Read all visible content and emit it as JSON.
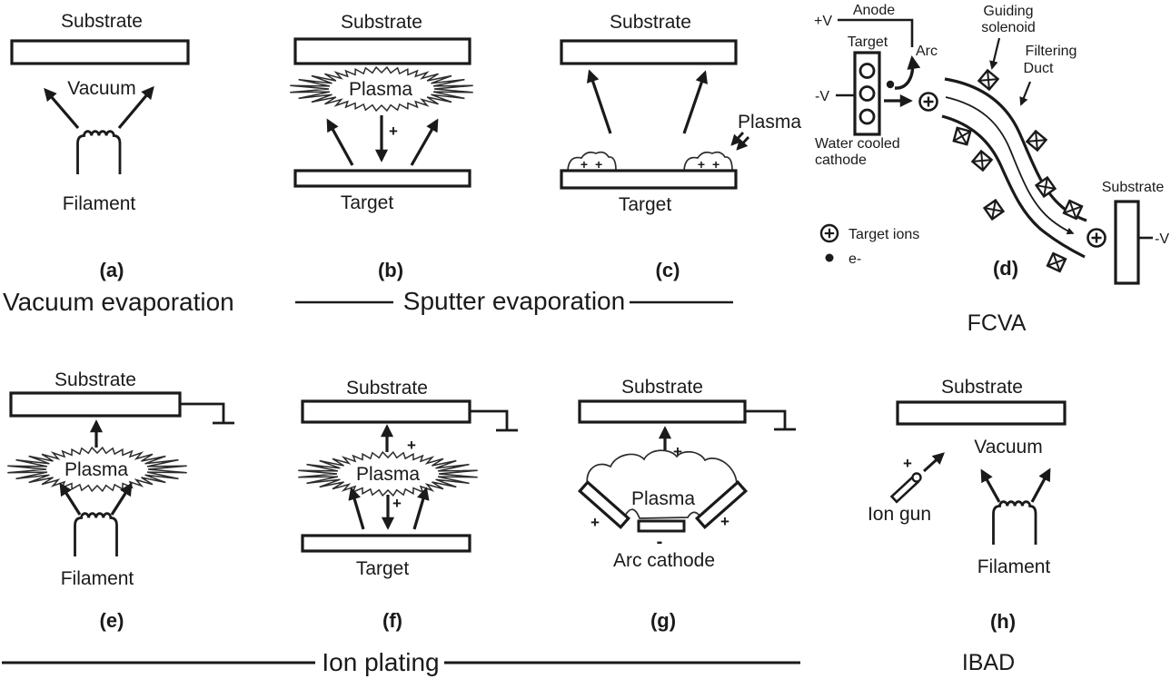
{
  "colors": {
    "ink": "#1a1a1a",
    "background": "#ffffff"
  },
  "icons": {
    "target_ion": "circled-plus",
    "electron": "filled-dot",
    "solenoid": "crossed-box",
    "ground": "ground-symbol"
  },
  "groups": {
    "sputter": "Sputter evaporation",
    "ion_plating": "Ion plating"
  },
  "panels": {
    "a": {
      "substrate": "Substrate",
      "vacuum": "Vacuum",
      "filament": "Filament",
      "caption": "(a)",
      "technique": "Vacuum evaporation"
    },
    "b": {
      "substrate": "Substrate",
      "plasma": "Plasma",
      "ion_plus": "+",
      "target": "Target",
      "caption": "(b)"
    },
    "c": {
      "substrate": "Substrate",
      "plasma": "Plasma",
      "ions_left": "+ +",
      "ions_right": "+ +",
      "target": "Target",
      "caption": "(c)"
    },
    "d": {
      "plus_v": "+V",
      "anode": "Anode",
      "target": "Target",
      "arc": "Arc",
      "minus_v": "-V",
      "guiding_1": "Guiding",
      "guiding_2": "solenoid",
      "filtering_1": "Filtering",
      "filtering_2": "Duct",
      "water_1": "Water cooled",
      "water_2": "cathode",
      "substrate": "Substrate",
      "substrate_bias": "-V",
      "legend_ion": "Target ions",
      "legend_electron": "e-",
      "caption": "(d)",
      "technique": "FCVA"
    },
    "e": {
      "substrate": "Substrate",
      "plasma": "Plasma",
      "filament": "Filament",
      "caption": "(e)"
    },
    "f": {
      "substrate": "Substrate",
      "plus_top": "+",
      "plasma": "Plasma",
      "plus_mid": "+",
      "target": "Target",
      "caption": "(f)"
    },
    "g": {
      "substrate": "Substrate",
      "plus_top": "+",
      "plasma": "Plasma",
      "plus_left": "+",
      "plus_right": "+",
      "minus": "-",
      "arc_cathode": "Arc cathode",
      "caption": "(g)"
    },
    "h": {
      "substrate": "Substrate",
      "vacuum": "Vacuum",
      "plus": "+",
      "ion_gun": "Ion gun",
      "filament": "Filament",
      "caption": "(h)",
      "technique": "IBAD"
    }
  }
}
